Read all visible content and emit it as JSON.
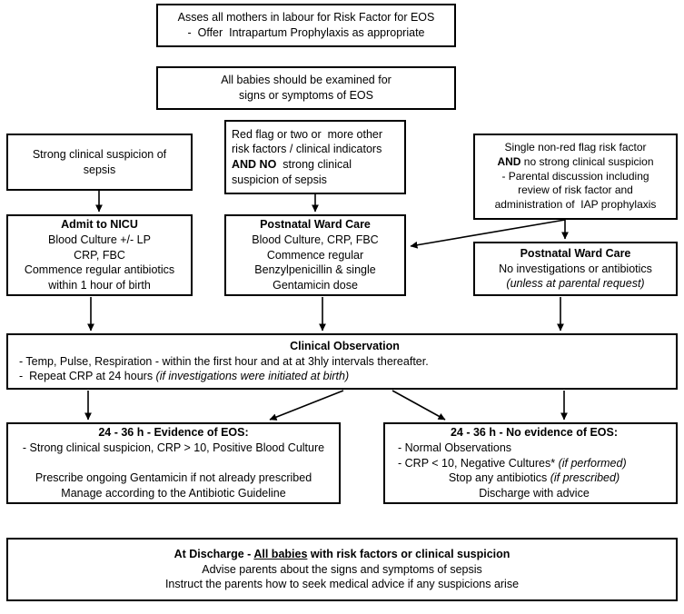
{
  "chart_data": {
    "type": "diagram",
    "title": "Early Onset Sepsis (EOS) clinical pathway flowchart",
    "nodes": [
      {
        "id": "assess",
        "label": "Asses all mothers in labour for Risk Factor for EOS / - Offer Intrapartum Prophylaxis as appropriate"
      },
      {
        "id": "examine",
        "label": "All babies should be examined for signs or symptoms of EOS"
      },
      {
        "id": "strong",
        "label": "Strong clinical suspicion of sepsis"
      },
      {
        "id": "redflag",
        "label": "Red flag or two or more other risk factors / clinical indicators AND NO strong clinical suspicion of sepsis"
      },
      {
        "id": "single",
        "label": "Single non-red flag risk factor AND no strong clinical suspicion - Parental discussion including review of risk factor and administration of IAP prophylaxis"
      },
      {
        "id": "nicu",
        "label": "Admit to NICU"
      },
      {
        "id": "pnw1",
        "label": "Postnatal Ward Care"
      },
      {
        "id": "pnw2",
        "label": "Postnatal Ward Care"
      },
      {
        "id": "clinobs",
        "label": "Clinical Observation"
      },
      {
        "id": "evidence",
        "label": "24 - 36 h - Evidence of EOS:"
      },
      {
        "id": "noevidence",
        "label": "24 - 36 h - No evidence of EOS:"
      },
      {
        "id": "discharge",
        "label": "At Discharge - All babies with risk factors or clinical suspicion"
      }
    ],
    "edges": [
      {
        "from": "strong",
        "to": "nicu"
      },
      {
        "from": "redflag",
        "to": "pnw1"
      },
      {
        "from": "single",
        "to": "pnw2"
      },
      {
        "from": "single",
        "to": "pnw1"
      },
      {
        "from": "nicu",
        "to": "clinobs"
      },
      {
        "from": "pnw1",
        "to": "clinobs"
      },
      {
        "from": "pnw2",
        "to": "clinobs"
      },
      {
        "from": "clinobs",
        "to": "evidence"
      },
      {
        "from": "clinobs",
        "to": "noevidence"
      }
    ]
  },
  "colors": {
    "border": "#000000",
    "background": "#ffffff",
    "text": "#000000"
  },
  "boxes": {
    "assess": {
      "lines": [
        "Asses all mothers in labour for Risk Factor for EOS",
        "-  Offer  Intrapartum Prophylaxis as appropriate"
      ]
    },
    "examine": {
      "lines": [
        "All babies should be examined for",
        "signs or symptoms of EOS"
      ]
    },
    "strong": {
      "lines": [
        "Strong clinical suspicion of",
        "sepsis"
      ]
    },
    "redflag": {
      "line1": "Red flag or two or  more other",
      "line2": "risk factors / clinical indicators",
      "line3_bold": "AND NO",
      "line3_rest": "  strong clinical",
      "line4": "suspicion of sepsis"
    },
    "single": {
      "line1": "Single non-red flag risk factor",
      "line2_bold": "AND",
      "line2_rest": " no strong clinical suspicion",
      "line3": "- Parental discussion including",
      "line4": "review of risk factor and",
      "line5": "administration of  IAP prophylaxis"
    },
    "nicu": {
      "title": "Admit to NICU",
      "lines": [
        "Blood Culture +/- LP",
        "CRP, FBC",
        "Commence regular antibiotics",
        "within 1 hour of birth"
      ]
    },
    "pnw1": {
      "title": "Postnatal Ward Care",
      "lines": [
        "Blood Culture, CRP, FBC",
        "Commence regular",
        "Benzylpenicillin & single",
        "Gentamicin dose"
      ]
    },
    "pnw2": {
      "title": "Postnatal Ward Care",
      "line1": "No investigations or antibiotics",
      "line2_italic": "(unless at parental request)"
    },
    "clinobs": {
      "title": "Clinical Observation",
      "line1": "- Temp, Pulse, Respiration - within the first hour and at at 3hly intervals thereafter.",
      "line2_plain": "-  Repeat CRP at 24 hours ",
      "line2_italic": "(if investigations were initiated at birth)"
    },
    "evidence": {
      "title": "24 - 36 h - Evidence of EOS:",
      "line1": "- Strong clinical suspicion, CRP > 10, Positive Blood Culture",
      "line2": "",
      "line3": "Prescribe ongoing Gentamicin if not already prescribed",
      "line4": "Manage according to the Antibiotic Guideline"
    },
    "noevidence": {
      "title": "24 - 36 h - No evidence of EOS:",
      "line1": "- Normal Observations",
      "line2_plain": "- CRP < 10, Negative Cultures* ",
      "line2_italic": "(if performed)",
      "line3_plain": "Stop any antibiotics ",
      "line3_italic": "(if prescribed)",
      "line4": "Discharge with advice"
    },
    "discharge": {
      "title_pre": "At Discharge - ",
      "title_underline": "All babies",
      "title_post": " with risk factors or clinical suspicion",
      "line2": "Advise parents about the signs and symptoms of sepsis",
      "line3": "Instruct the parents how to seek medical advice if any suspicions arise"
    }
  }
}
